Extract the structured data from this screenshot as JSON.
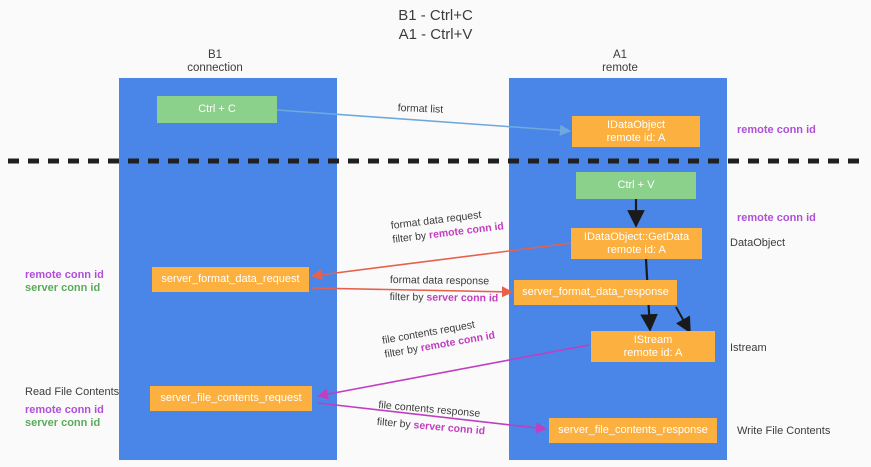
{
  "title": {
    "line1": "B1 - Ctrl+C",
    "line2": "A1 - Ctrl+V"
  },
  "columns": [
    {
      "name": "B1",
      "role": "connection"
    },
    {
      "name": "A1",
      "role": "remote"
    }
  ],
  "colors": {
    "lane": "#4a86e8",
    "green_node": "#8bd18b",
    "orange_node": "#fbb040",
    "purple_text": "#b14fd8",
    "green_text": "#5aab5a",
    "magenta_arrow": "#c13ec1",
    "red_arrow": "#e8604c",
    "blue_arrow": "#6fa8dc",
    "divider": "#202020",
    "background": "#fafafa",
    "body_text": "#3c3c3c"
  },
  "nodes": {
    "ctrl_c": {
      "label": "Ctrl + C"
    },
    "idataobject": {
      "line1": "IDataObject",
      "line2": "remote id: A"
    },
    "ctrl_v": {
      "label": "Ctrl + V"
    },
    "getdata": {
      "line1": "IDataObject::GetData",
      "line2": "remote id: A"
    },
    "server_format_data_request": {
      "label": "server_format_data_request"
    },
    "server_format_data_response": {
      "label": "server_format_data_response"
    },
    "istream": {
      "line1": "IStream",
      "line2": "remote id: A"
    },
    "server_file_contents_request": {
      "label": "server_file_contents_request"
    },
    "server_file_contents_response": {
      "label": "server_file_contents_response"
    }
  },
  "edges": {
    "format_list": {
      "label": "format list"
    },
    "format_data_request": {
      "label": "format data request",
      "filter_prefix": "filter by ",
      "filter_key": "remote conn id"
    },
    "format_data_response": {
      "label": "format data response",
      "filter_prefix": "filter by ",
      "filter_key": "server conn id"
    },
    "file_contents_request": {
      "label": "file contents request",
      "filter_prefix": "filter by ",
      "filter_key": "remote conn id"
    },
    "file_contents_response": {
      "label": "file contents response",
      "filter_prefix": "filter by ",
      "filter_key": "server conn id"
    }
  },
  "annotations": {
    "right_remote_conn_id_top": "remote conn id",
    "right_remote_conn_id_mid": "remote conn id",
    "right_dataobject": "DataObject",
    "right_istream": "Istream",
    "right_write_file_contents": "Write File Contents",
    "left_remote_conn_id_mid": "remote conn id",
    "left_server_conn_id_mid": "server conn id",
    "left_read_file_contents": "Read File Contents",
    "left_remote_conn_id_bot": "remote conn id",
    "left_server_conn_id_bot": "server conn id"
  }
}
